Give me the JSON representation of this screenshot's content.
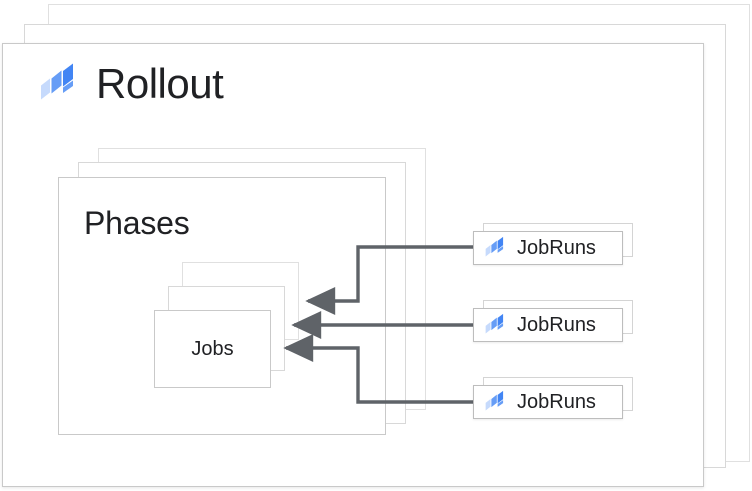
{
  "diagram": {
    "title": "Rollout",
    "logo_icon": "rollout-logo-icon",
    "accent_colors": {
      "logo_light": "#c6dafc",
      "logo_mid": "#669df6",
      "logo_dark": "#4285f4",
      "card_border": "#c9c9c9",
      "arrow": "#5f6368",
      "text": "#202124"
    },
    "groups": {
      "phases": {
        "label": "Phases",
        "stack_count": 3,
        "jobs": {
          "label": "Jobs",
          "stack_count": 3
        }
      }
    },
    "jobruns": [
      {
        "label": "JobRuns",
        "icon": "rollout-logo-icon"
      },
      {
        "label": "JobRuns",
        "icon": "rollout-logo-icon"
      },
      {
        "label": "JobRuns",
        "icon": "rollout-logo-icon"
      }
    ],
    "connectors": [
      {
        "from": "jobruns-1",
        "to": "jobs",
        "style": "elbow-down"
      },
      {
        "from": "jobruns-2",
        "to": "jobs",
        "style": "straight"
      },
      {
        "from": "jobruns-3",
        "to": "jobs",
        "style": "elbow-up"
      }
    ],
    "outer_stack_count": 3
  }
}
